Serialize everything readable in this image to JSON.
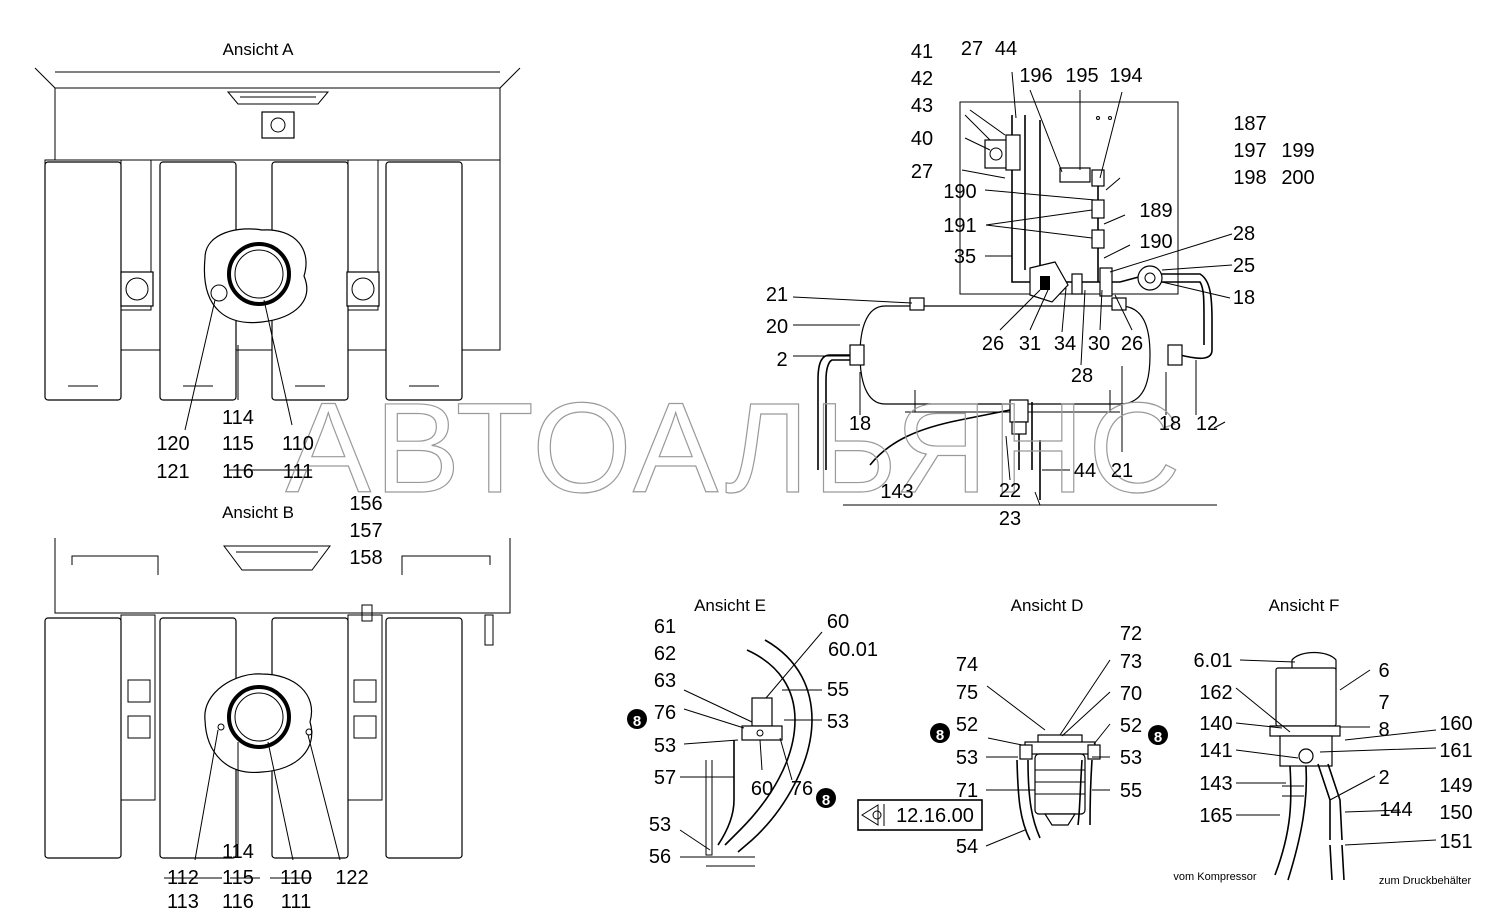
{
  "views": {
    "a": "Ansicht A",
    "b": "Ansicht B",
    "e": "Ansicht E",
    "d": "Ansicht D",
    "f": "Ansicht F"
  },
  "watermark": "АВТОАЛЬЯНС",
  "reference_box": "12.16.00",
  "callout_marker": "8",
  "notes": {
    "from_compressor": "vom Kompressor",
    "to_tank": "zum Druckbehälter"
  },
  "labels": {
    "a": [
      "120",
      "121",
      "114",
      "115",
      "116",
      "110",
      "111"
    ],
    "b": [
      "156",
      "157",
      "158",
      "112",
      "113",
      "114",
      "115",
      "116",
      "110",
      "111",
      "122"
    ],
    "main": [
      "41",
      "42",
      "43",
      "40",
      "27",
      "44",
      "27",
      "196",
      "195",
      "194",
      "187",
      "197",
      "199",
      "198",
      "200",
      "190",
      "191",
      "189",
      "190",
      "35",
      "28",
      "25",
      "18",
      "21",
      "20",
      "2",
      "26",
      "31",
      "34",
      "30",
      "26",
      "28",
      "18",
      "18",
      "12",
      "143",
      "22",
      "44",
      "21",
      "23"
    ],
    "e": [
      "61",
      "62",
      "63",
      "76",
      "53",
      "57",
      "53",
      "56",
      "60",
      "60.01",
      "55",
      "53",
      "60",
      "76"
    ],
    "d": [
      "74",
      "75",
      "52",
      "53",
      "71",
      "54",
      "72",
      "73",
      "70",
      "52",
      "53",
      "55"
    ],
    "f": [
      "6.01",
      "162",
      "140",
      "141",
      "143",
      "165",
      "6",
      "7",
      "8",
      "160",
      "161",
      "2",
      "149",
      "150",
      "144",
      "151"
    ]
  }
}
